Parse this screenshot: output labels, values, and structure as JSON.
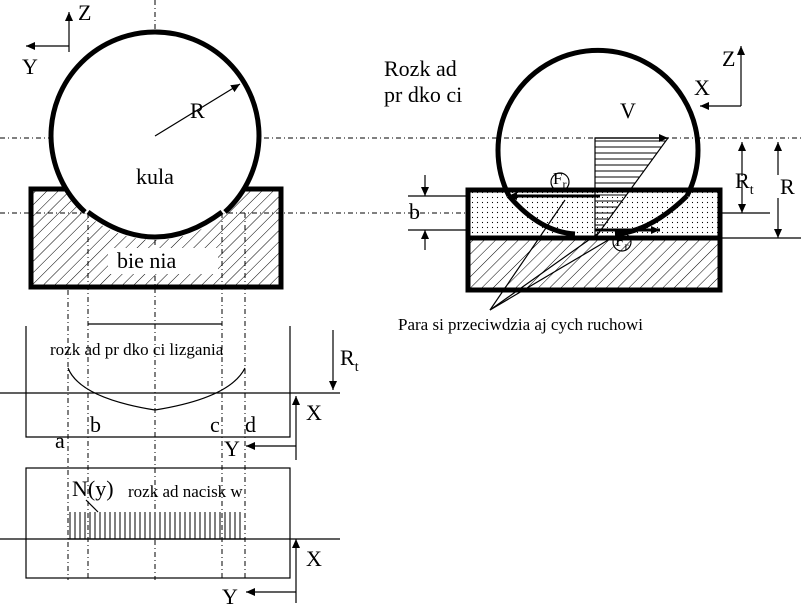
{
  "labels": {
    "z_left": "Z",
    "y_left": "Y",
    "r_left": "R",
    "kula": "kula",
    "bieznia": "bie nia",
    "rozklad_poslizgu": "rozk  ad pr  dko  ci   lizgania",
    "rt_mid": "R",
    "rt_mid_sub": "t",
    "x_mid": "X",
    "y_mid": "Y",
    "pt_a": "a",
    "pt_b": "b",
    "pt_c": "c",
    "pt_d": "d",
    "n_y": "N(y)",
    "rozklad_nacisku": "rozk  ad nacisk  w",
    "x_bottom": "X",
    "y_bottom": "Y",
    "rozklad_predkosci_1": "Rozk  ad",
    "rozklad_predkosci_2": "pr  dko  ci",
    "z_right": "Z",
    "x_right": "X",
    "v": "V",
    "fr_top": "F",
    "fr_top_sub": "r",
    "fr_bottom": "F",
    "fr_bottom_sub": "r",
    "b_right": "b",
    "rt_right": "R",
    "rt_right_sub": "t",
    "r_right": "R",
    "para_sil": "Para si   przeciwdzia  aj  cych ruchowi"
  },
  "colors": {
    "stroke": "#000000",
    "background": "#ffffff"
  }
}
